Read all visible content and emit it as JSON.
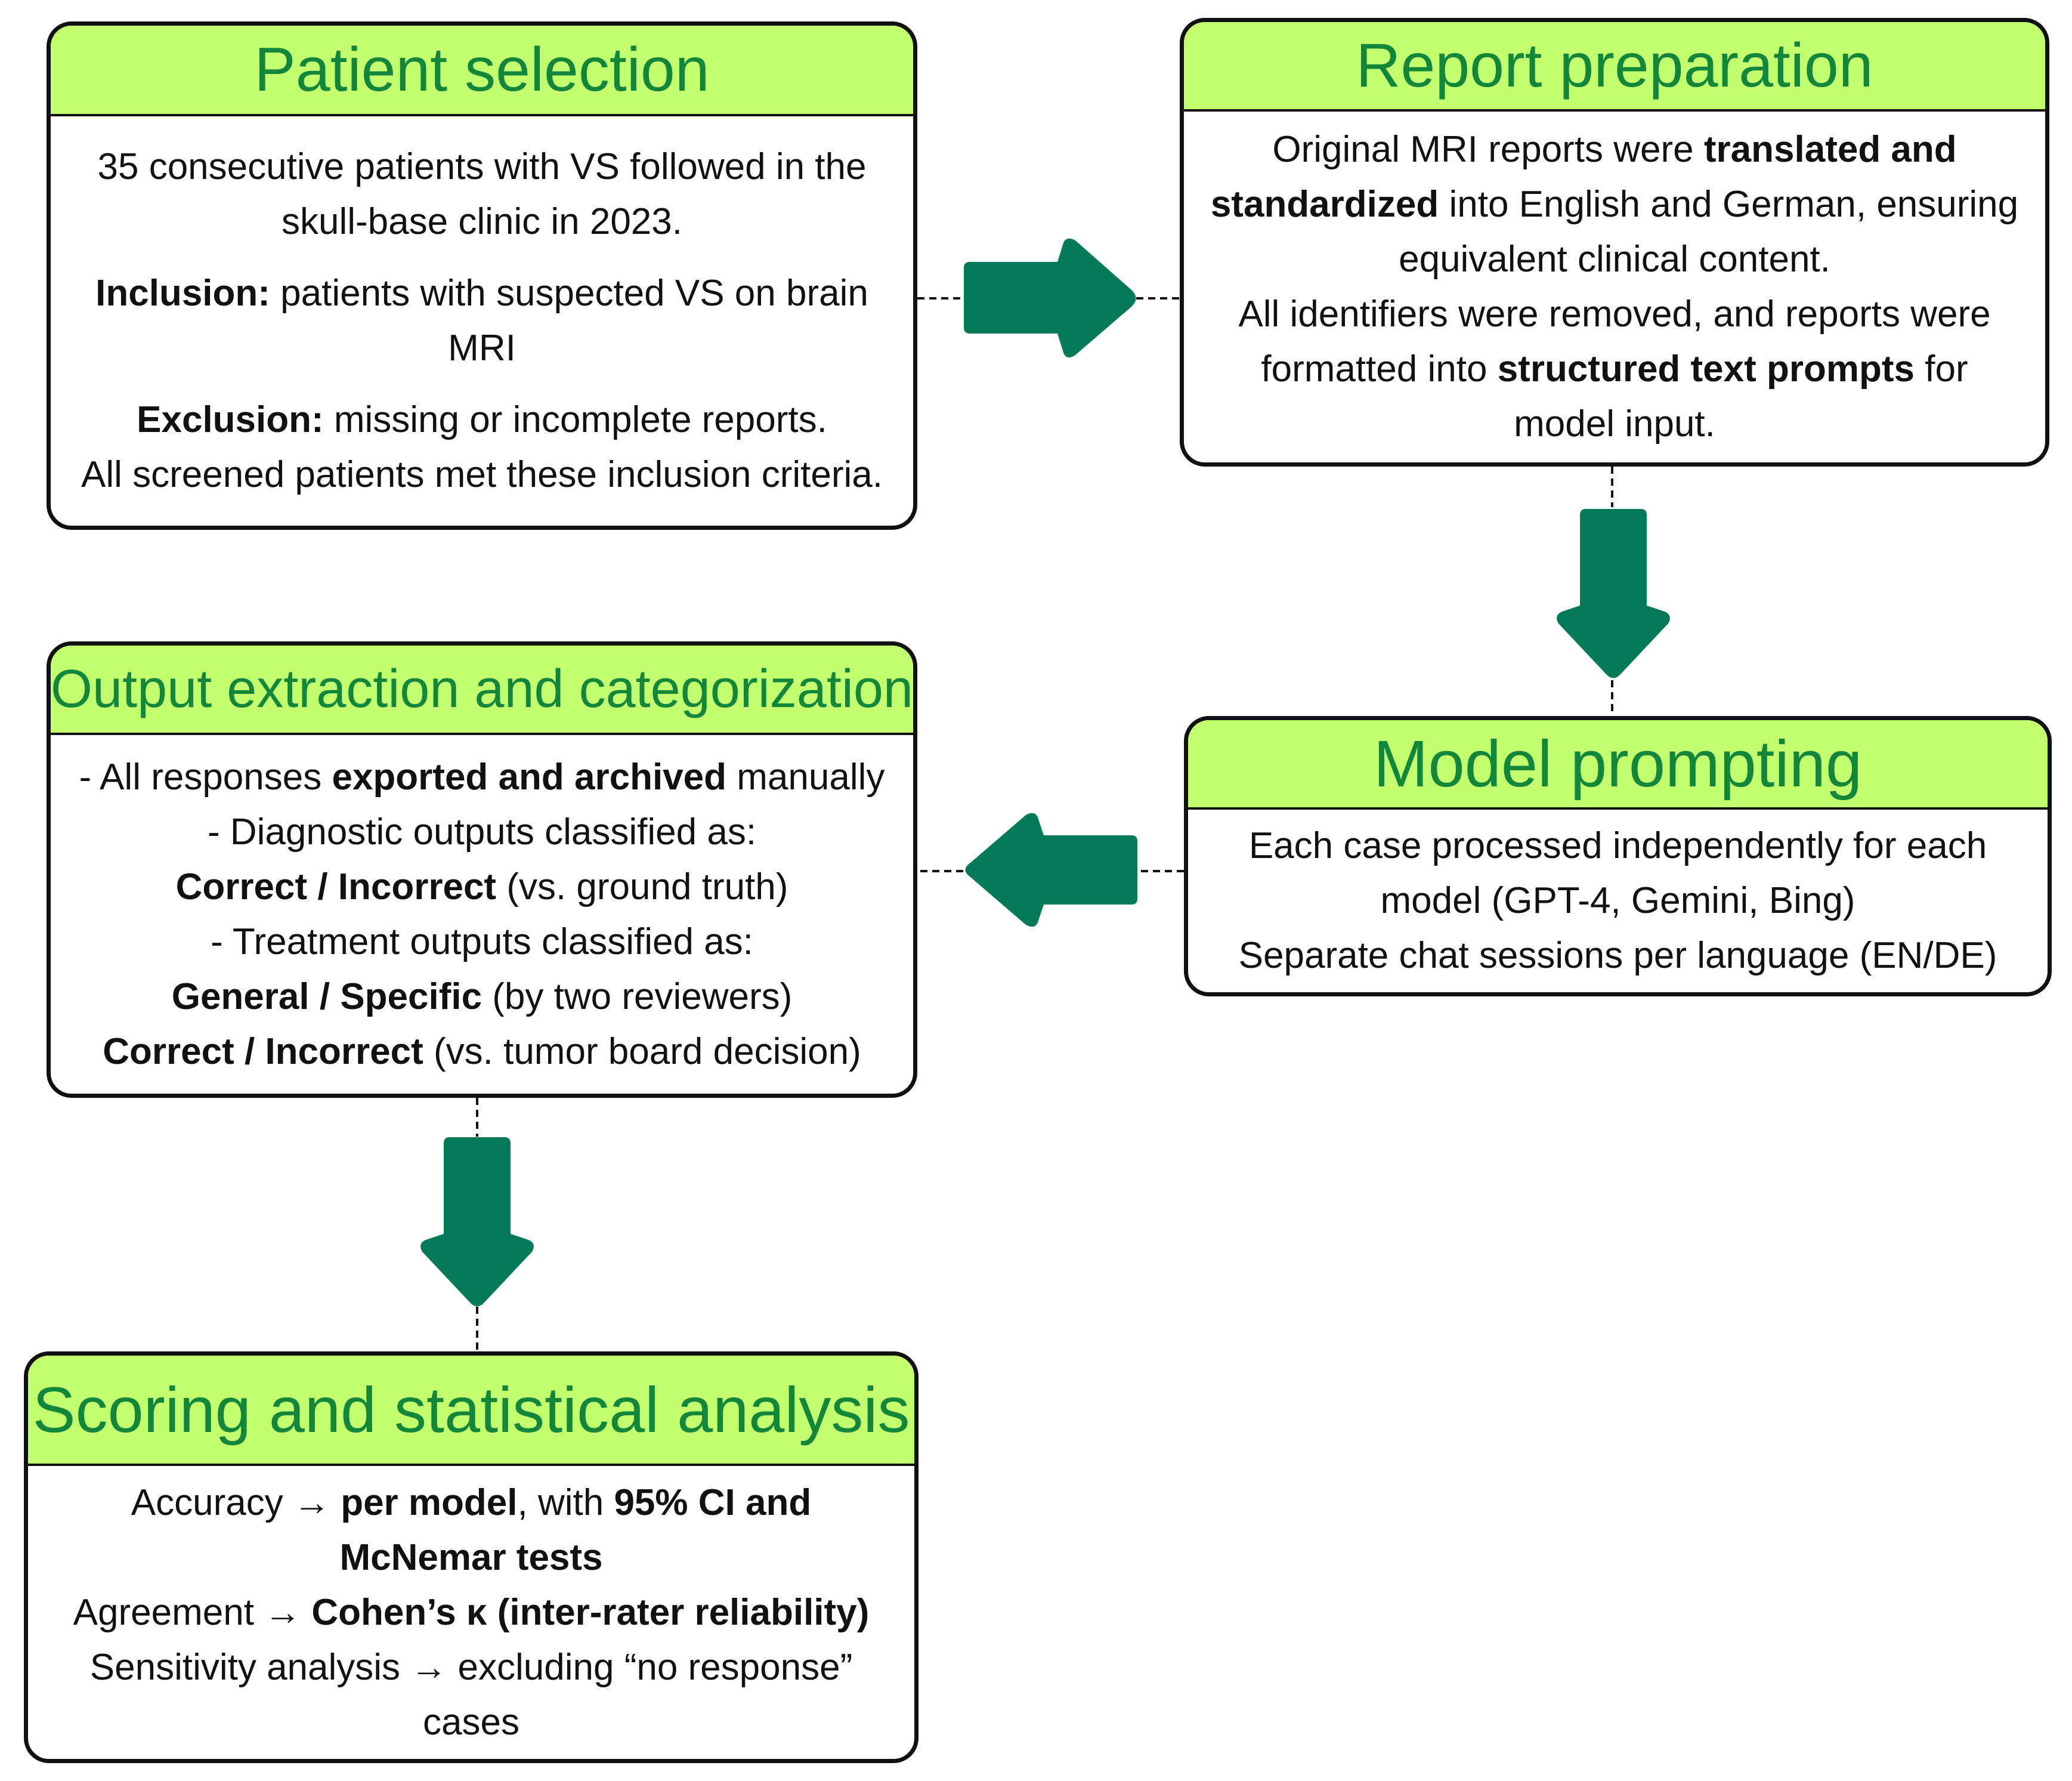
{
  "diagram": {
    "colors": {
      "header_bg": "#c4ff70",
      "header_text": "#12873c",
      "arrow": "#037a57",
      "border": "#111111"
    },
    "boxes": {
      "patient_selection": {
        "title": "Patient selection",
        "line1": "35 consecutive patients with VS followed  in the",
        "line2": "skull-base clinic in 2023.",
        "inclusion_label": "Inclusion:",
        "inclusion_text": " patients with suspected VS on brain",
        "inclusion_text2": "MRI",
        "exclusion_label": "Exclusion:",
        "exclusion_text": " missing or incomplete reports.",
        "screened": "All screened patients met these inclusion criteria."
      },
      "report_preparation": {
        "title": "Report preparation",
        "l1a": "Original MRI reports were ",
        "l1b": "translated and",
        "l2a": "standardized",
        "l2b": " into English and German, ensuring",
        "l3": "equivalent clinical content.",
        "l4": "All identifiers were removed, and reports were",
        "l5a": "formatted into ",
        "l5b": "structured text prompts",
        "l5c": " for",
        "l6": "model input."
      },
      "model_prompting": {
        "title": "Model prompting",
        "l1": "Each case processed independently for each",
        "l2": "model (GPT-4, Gemini, Bing)",
        "l3": "Separate chat sessions per language (EN/DE)"
      },
      "output_extraction": {
        "title": "Output extraction and categorization",
        "l1a": "- All responses ",
        "l1b": "exported and archived",
        "l1c": " manually",
        "l2": "- Diagnostic outputs classified as:",
        "l3a": "Correct / Incorrect",
        "l3b": " (vs. ground truth)",
        "l4": "- Treatment outputs classified as:",
        "l5a": "General / Specific",
        "l5b": " (by two reviewers)",
        "l6a": "Correct / Incorrect",
        "l6b": " (vs. tumor board decision)"
      },
      "scoring": {
        "title": "Scoring and statistical analysis",
        "l1a": "Accuracy → ",
        "l1b": "per model",
        "l1c": ", with ",
        "l1d": "95% CI and",
        "l2": "McNemar tests",
        "l3a": "Agreement → ",
        "l3b": "Cohen’s κ (inter-rater reliability)",
        "l4": "Sensitivity analysis → excluding “no response”",
        "l5": "cases"
      }
    }
  }
}
